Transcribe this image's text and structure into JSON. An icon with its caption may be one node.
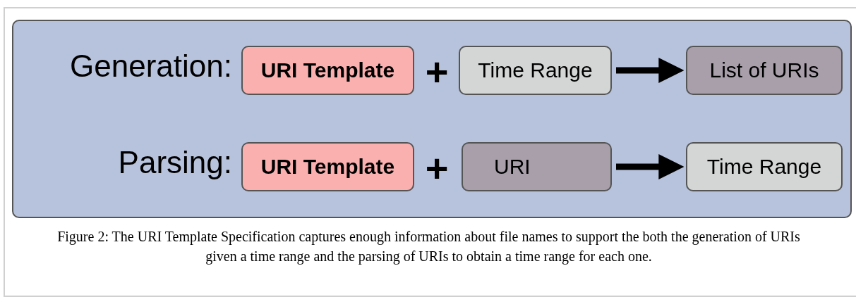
{
  "diagram": {
    "caption": "Figure 2: The URI Template Specification captures enough information about file names to support the both the generation of URIs given a time range and the parsing of URIs to obtain a time range for each one.",
    "nodes": [
      {
        "text": [],
        "shape": "box"
      },
      {
        "text": [
          "URI Template"
        ],
        "in": 0
      },
      {
        "text": [
          "Time Range"
        ],
        "in": 0
      },
      {
        "text": [
          "List of URIs"
        ],
        "in": 0
      },
      {
        "text": [
          "URI Template"
        ],
        "in": 0
      },
      {
        "text": [
          "URI"
        ],
        "in": 0
      },
      {
        "text": [
          "Time Range"
        ],
        "in": 0
      }
    ],
    "edges": [
      {
        "from": 2,
        "to": 3,
        "arrow": "to"
      },
      {
        "from": 5,
        "to": 6,
        "arrow": "to"
      }
    ],
    "labels": [
      "Generation:",
      "+",
      "Parsing:",
      "+"
    ]
  }
}
